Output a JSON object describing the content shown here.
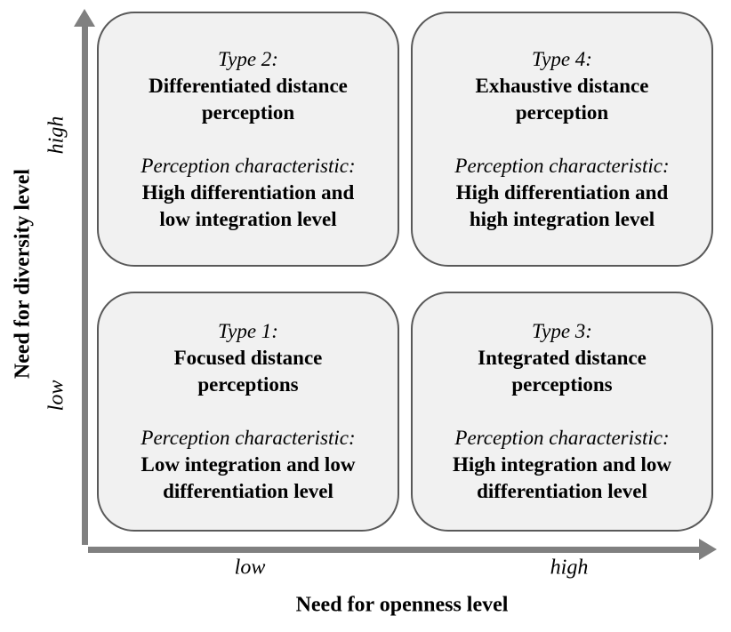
{
  "diagram": {
    "axes": {
      "y_label": "Need for diversity level",
      "y_tick_high": "high",
      "y_tick_low": "low",
      "x_label": "Need for openness level",
      "x_tick_low": "low",
      "x_tick_high": "high"
    },
    "quadrants": [
      {
        "position": "top-left",
        "type_label": "Type 2:",
        "name_lines": [
          "Differentiated distance",
          "perception"
        ],
        "characteristic_label": "Perception characteristic:",
        "characteristic_lines": [
          "High differentiation and",
          "low integration level"
        ]
      },
      {
        "position": "top-right",
        "type_label": "Type 4:",
        "name_lines": [
          "Exhaustive distance",
          "perception"
        ],
        "characteristic_label": "Perception characteristic:",
        "characteristic_lines": [
          "High differentiation and",
          "high integration level"
        ]
      },
      {
        "position": "bottom-left",
        "type_label": "Type 1:",
        "name_lines": [
          "Focused distance",
          "perceptions"
        ],
        "characteristic_label": "Perception characteristic:",
        "characteristic_lines": [
          "Low integration and low",
          "differentiation level"
        ]
      },
      {
        "position": "bottom-right",
        "type_label": "Type 3:",
        "name_lines": [
          "Integrated distance",
          "perceptions"
        ],
        "characteristic_label": "Perception characteristic:",
        "characteristic_lines": [
          "High integration and low",
          "differentiation level"
        ]
      }
    ],
    "colors": {
      "axis": "#808080",
      "box_border": "#595959",
      "box_fill": "#f1f1f1",
      "text": "#000000"
    }
  }
}
